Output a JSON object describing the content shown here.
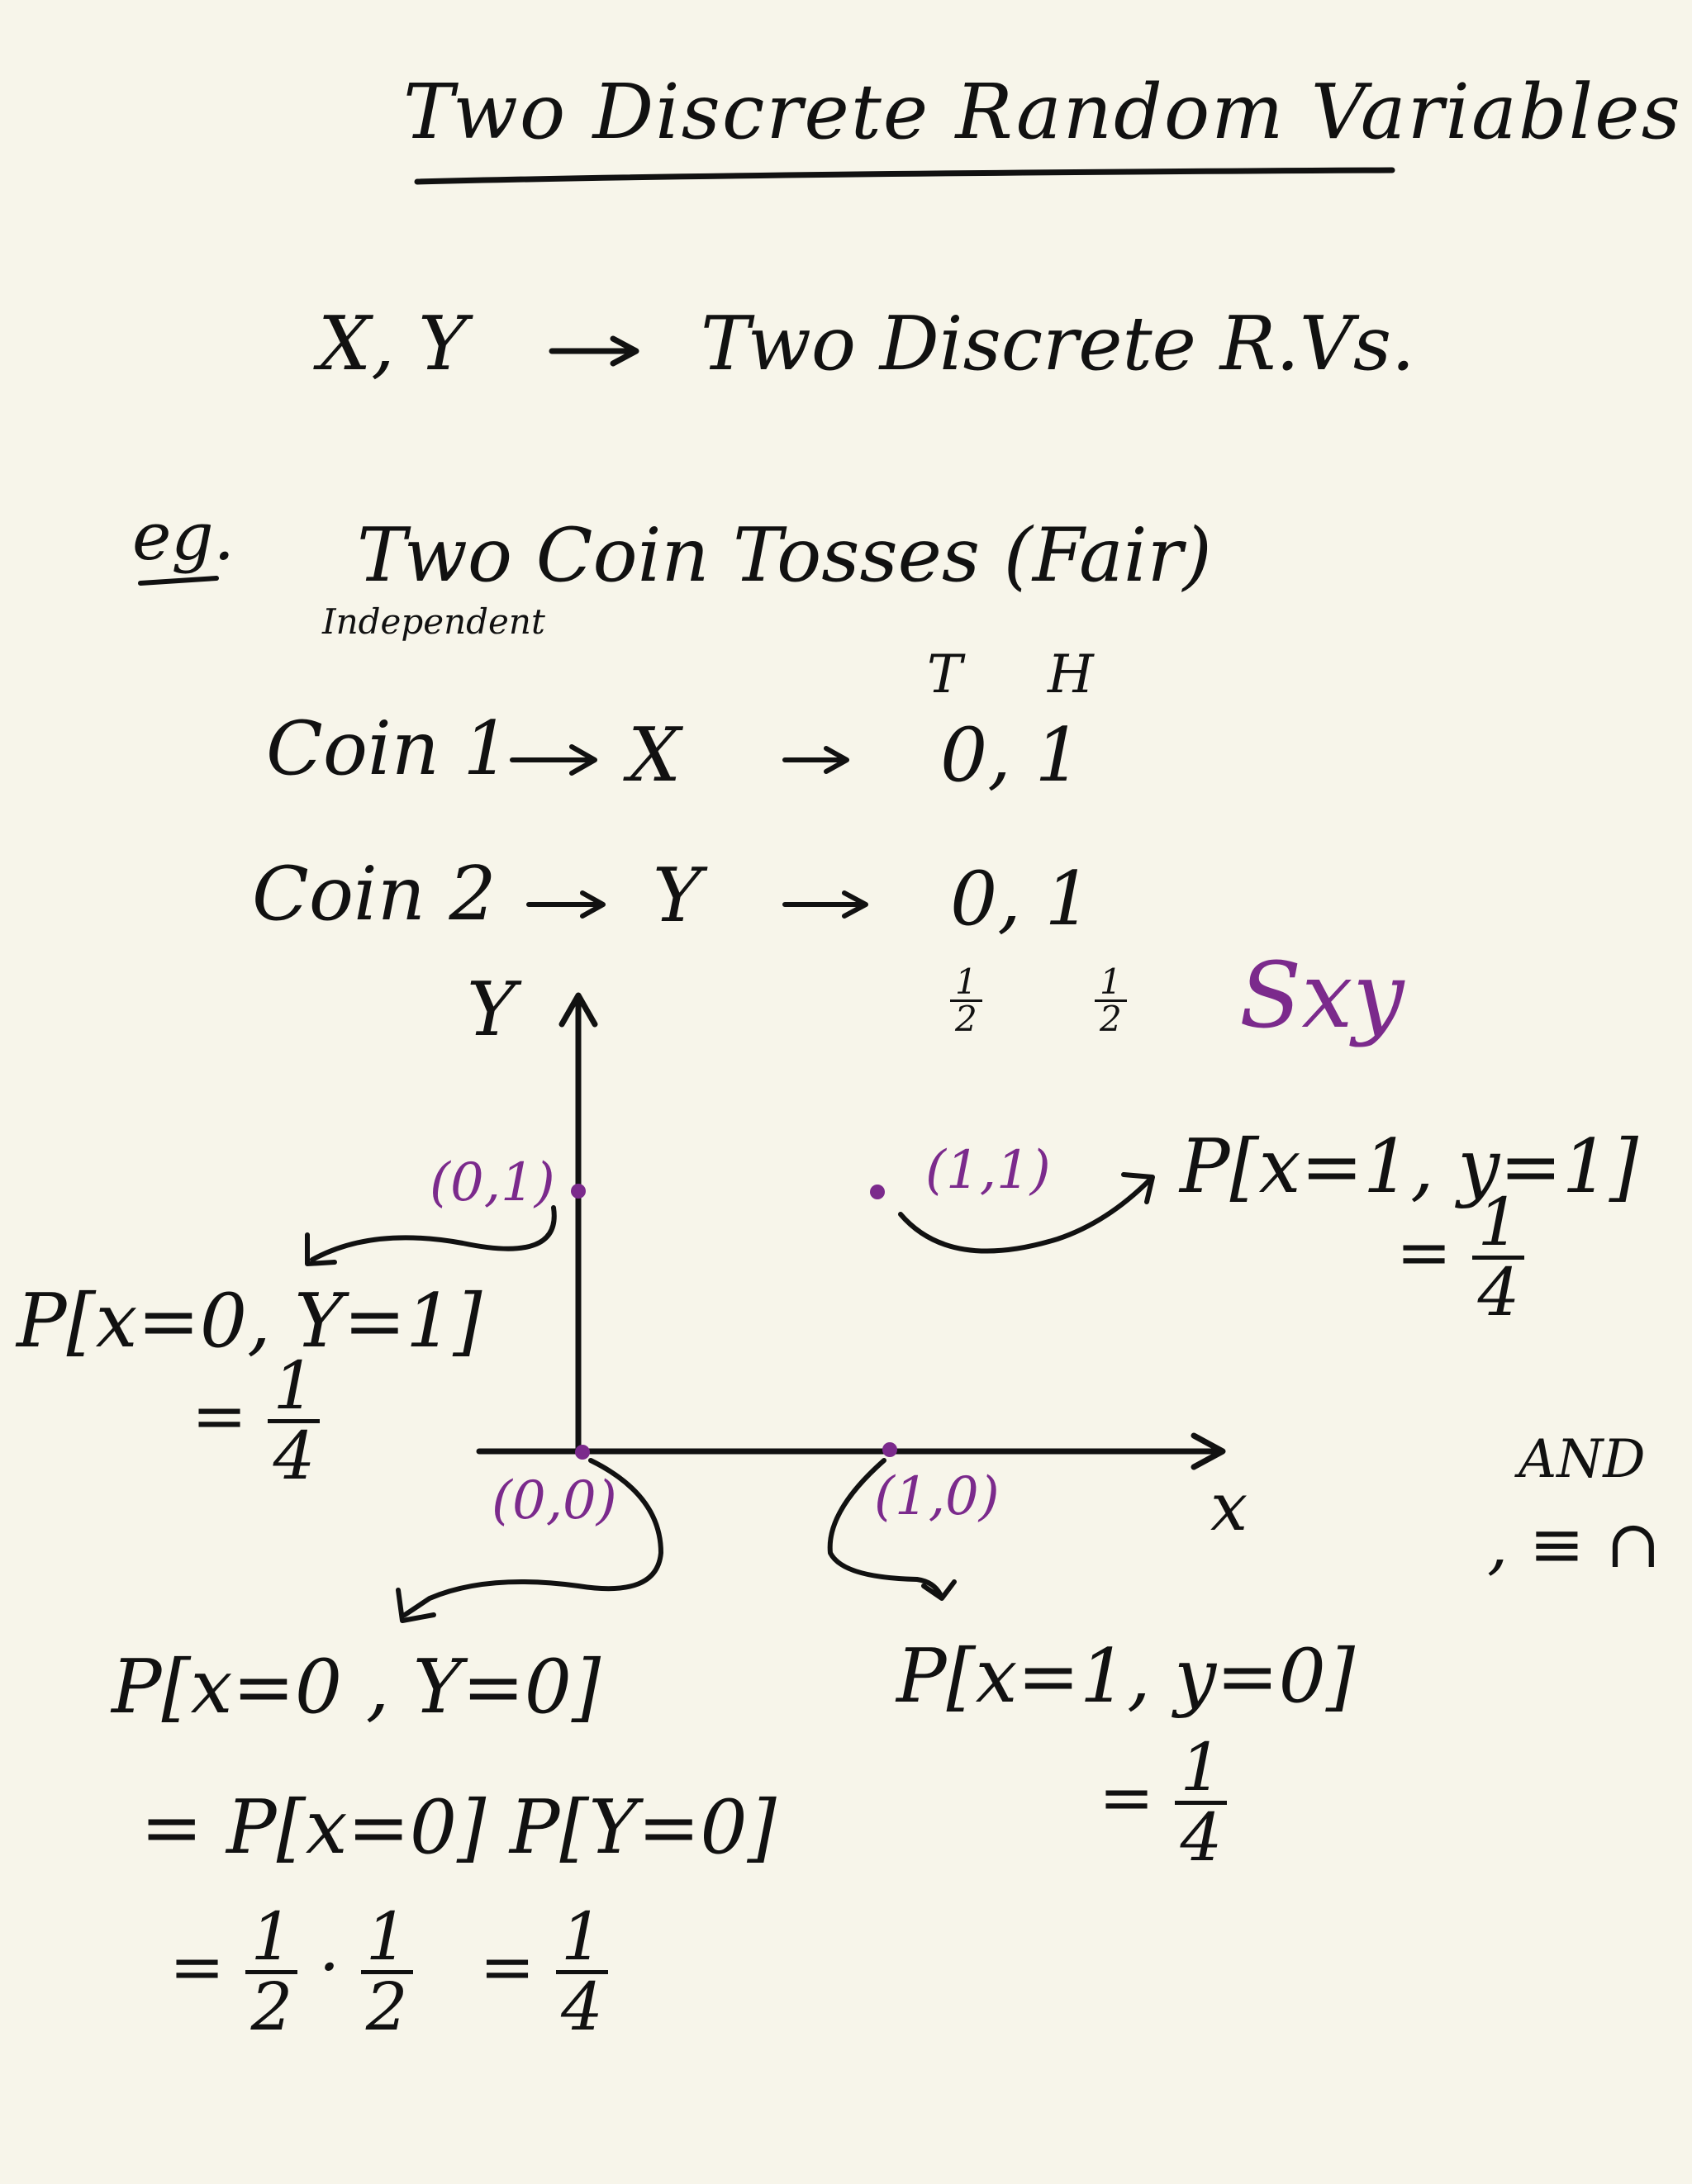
{
  "title": "Two Discrete Random Variables",
  "definition": {
    "vars": "X, Y",
    "arrow": "→",
    "text": "Two Discrete R.Vs."
  },
  "example": {
    "label": "eg.",
    "heading": "Two Coin Tosses (Fair)",
    "note": "Independent"
  },
  "outcomes": {
    "header_t": "T",
    "header_h": "H",
    "coin1": "Coin 1",
    "coin1_var": "X",
    "coin1_values": "0, 1",
    "coin2": "Coin 2",
    "coin2_var": "Y",
    "coin2_values": "0, 1",
    "prob_num": "1",
    "prob_den": "2"
  },
  "sample_space_label": "Sxy",
  "axes": {
    "y_label": "Y",
    "x_label": "x"
  },
  "points": {
    "p01": "(0,1)",
    "p11": "(1,1)",
    "p00": "(0,0)",
    "p10": "(1,0)"
  },
  "probabilities": {
    "p11_expr": "P[x=1, y=1]",
    "p01_expr": "P[x=0, Y=1]",
    "p10_expr": "P[x=1, y=0]",
    "p00_expr": "P[x=0 , Y=0]",
    "p00_step1": "= P[x=0] P[Y=0]",
    "p00_step2_eq": "=",
    "p00_step2_dot": "·",
    "equals": "=",
    "quarter_num": "1",
    "quarter_den": "4"
  },
  "side_note": {
    "and": "AND",
    "symbols": ", ≡ ∩"
  },
  "colors": {
    "ink": "#111111",
    "purple": "#7b2a8c",
    "paper": "#f7f5ea"
  }
}
